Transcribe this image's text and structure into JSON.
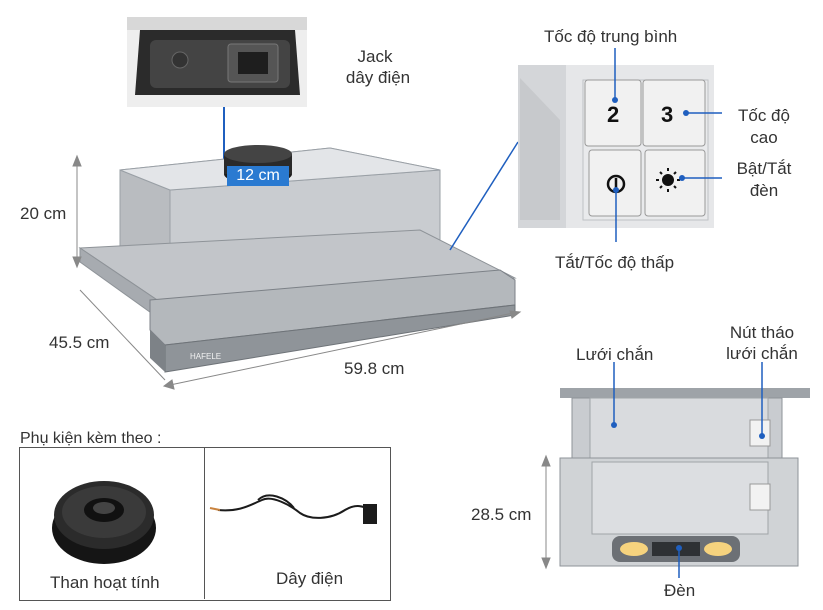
{
  "labels": {
    "jack": "Jack",
    "jack2": "dây điện",
    "height_20": "20 cm",
    "pipe_12": "12 cm",
    "depth_45": "45.5 cm",
    "width_59": "59.8 cm",
    "speed_mid": "Tốc độ trung bình",
    "speed_high_1": "Tốc độ",
    "speed_high_2": "cao",
    "light_1": "Bật/Tắt",
    "light_2": "đèn",
    "off_low": "Tắt/Tốc độ thấp",
    "filter": "Lưới chắn",
    "release_1": "Nút tháo",
    "release_2": "lưới chắn",
    "height_28": "28.5 cm",
    "lamp": "Đèn",
    "accessories": "Phụ kiện kèm theo :",
    "charcoal": "Than hoạt tính",
    "cord": "Dây điện"
  },
  "panel": {
    "btn_2": "2",
    "btn_3": "3"
  },
  "brand": "HAFELE",
  "colors": {
    "accent": "#2a7ad1",
    "line": "#1f5fbf",
    "steel": "#c9ccd0"
  }
}
